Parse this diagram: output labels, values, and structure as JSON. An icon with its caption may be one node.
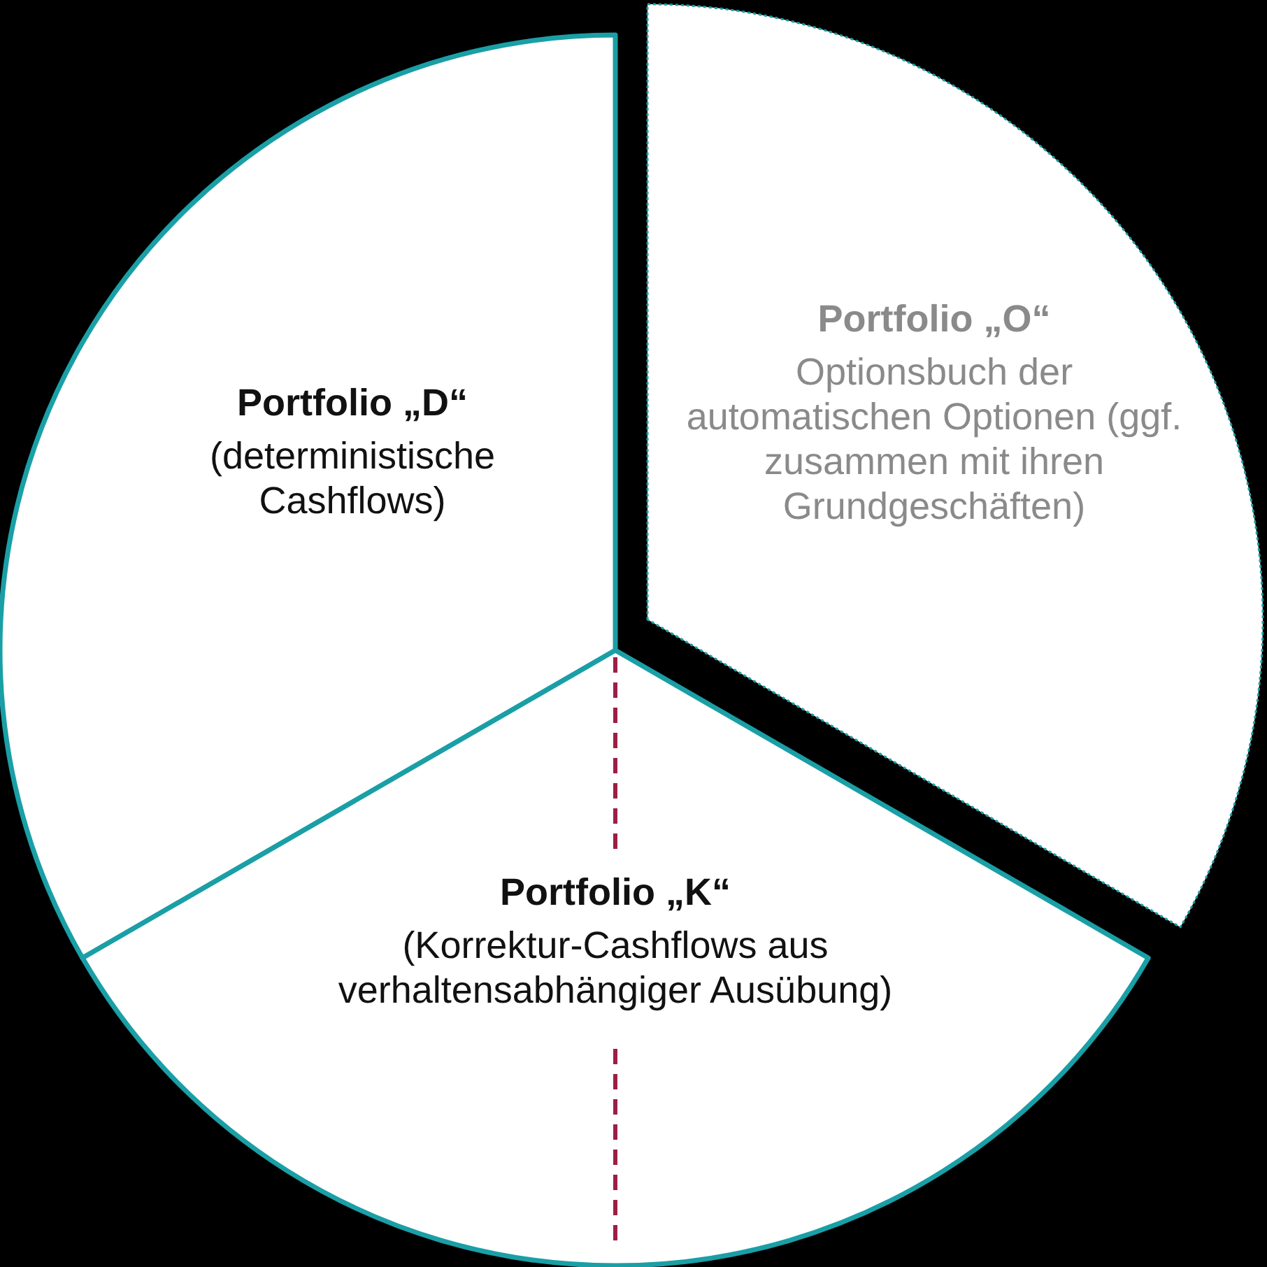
{
  "diagram": {
    "nodes": [
      {
        "text": [
          "Portfolio „D“",
          "(deterministische Cashflows)"
        ]
      },
      {
        "text": [
          "Portfolio „O“",
          "Optionsbuch der automatischen Optionen (ggf. zusammen mit ihren Grundgeschäften)"
        ]
      },
      {
        "text": [
          "Portfolio „K“",
          "(Korrektur-Cashflows aus verhaltensabhängiger Ausübung)"
        ]
      }
    ]
  }
}
